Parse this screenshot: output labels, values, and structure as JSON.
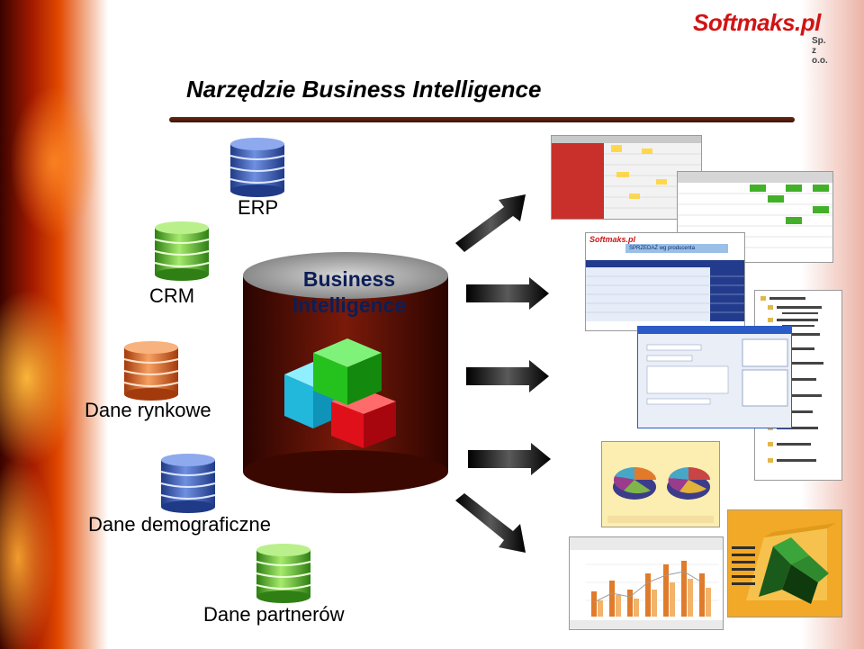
{
  "slide": {
    "title": "Narzędzie Business Intelligence",
    "logo": {
      "brand": "Softmaks.pl",
      "sub": "Sp. z o.o."
    },
    "center": {
      "line1": "Business",
      "line2": "Intelligence"
    },
    "sources": [
      {
        "label": "ERP",
        "color": "blue"
      },
      {
        "label": "CRM",
        "color": "green"
      },
      {
        "label": "Dane rynkowe",
        "color": "orange"
      },
      {
        "label": "Dane demograficzne",
        "color": "blue"
      },
      {
        "label": "Dane partnerów",
        "color": "green"
      }
    ],
    "report_thumbnails": [
      {
        "name": "spreadsheet-report-red"
      },
      {
        "name": "spreadsheet-report-green"
      },
      {
        "name": "sales-report-softmaks",
        "heading": "Softmaks.pl",
        "caption": "SPRZEDAŻ wg producenta"
      },
      {
        "name": "report-tree"
      },
      {
        "name": "settings-window"
      },
      {
        "name": "pie-charts"
      },
      {
        "name": "bar-chart"
      },
      {
        "name": "3d-chart"
      }
    ],
    "colors": {
      "blue": "#3d5fb3",
      "green": "#5fbf2f",
      "orange": "#e06a24",
      "cylinder": "#5e1408",
      "cube_green": "#25c21d",
      "cube_cyan": "#27c7ea",
      "cube_red": "#e0101a"
    }
  }
}
